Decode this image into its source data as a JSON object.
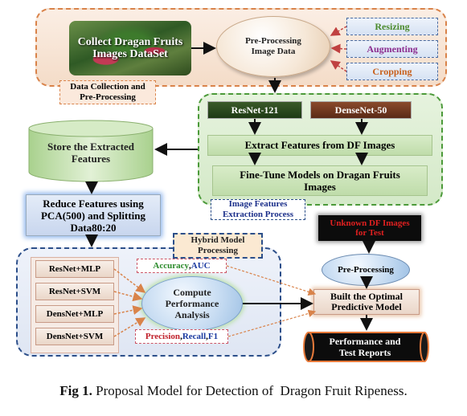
{
  "regions": {
    "collection_label": "Data Collection and Pre-Processing",
    "extraction_label": "Image Features Extraction Process",
    "hybrid_label": "Hybrid Model Processing"
  },
  "collect": "Collect Dragan Fruits Images DataSet",
  "preprocess": "Pre-Processing Image Data",
  "augment": [
    "Resizing",
    "Augmenting",
    "Cropping"
  ],
  "backbones": {
    "resnet": "ResNet-121",
    "densenet": "DenseNet-50"
  },
  "extract": "Extract Features from DF Images",
  "finetune": "Fine-Tune Models on Dragan Fruits Images",
  "store": "Store the Extracted Features",
  "reduce": "Reduce Features using PCA(500) and Splitting Data80:20",
  "models": [
    "ResNet+MLP",
    "ResNet+SVM",
    "DensNet+MLP",
    "DensNet+SVM"
  ],
  "compute": "Compute Performance Analysis",
  "metrics_top": {
    "m1": "Accuracy",
    "sep": ", ",
    "m2": "AUC"
  },
  "metrics_bottom": {
    "m1": "Precision",
    "sep1": ", ",
    "m2": "Recall",
    "sep2": ", ",
    "m3": "F1"
  },
  "unknown": "Unknown DF Images for Test",
  "preprocess2": "Pre-Processing",
  "optimal": "Built the Optimal Predictive Model",
  "report": "Performance and Test Reports",
  "caption": {
    "prefix": "Fig 1.",
    "text": " Proposal Model for Detection of  Dragon Fruit Ripeness."
  },
  "colors": {
    "accuracy": "#2a8a2a",
    "auc": "#1b3aa0",
    "precision": "#c0202a",
    "recall": "#1b3aa0",
    "f1": "#1b3aa0"
  }
}
